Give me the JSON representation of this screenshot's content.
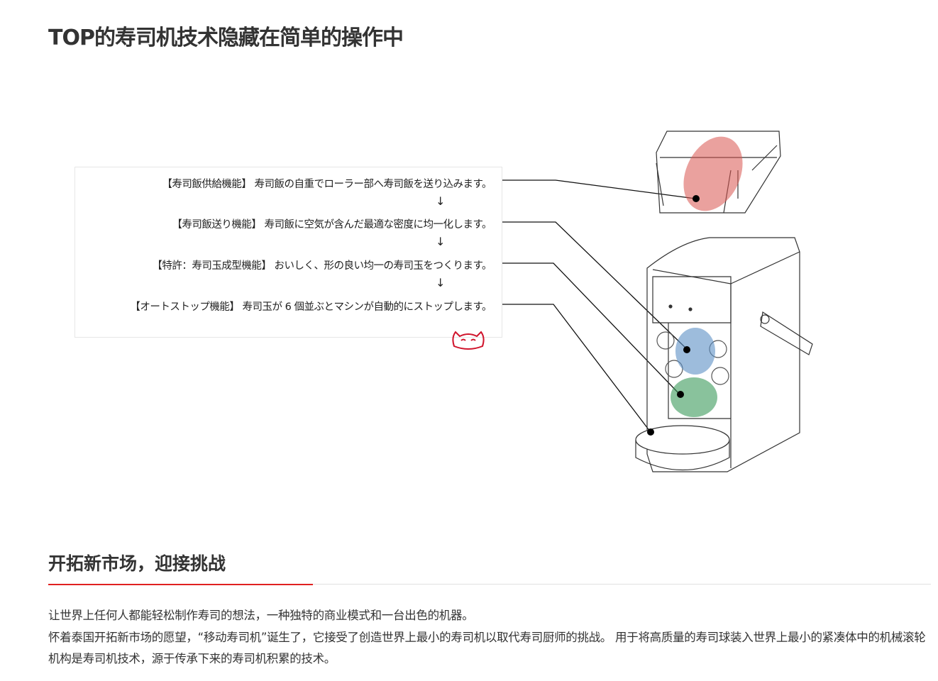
{
  "title": "TOP的寿司机技术隐藏在简单的操作中",
  "features": [
    {
      "label": "【寿司飯供給機能】 寿司飯の自重でローラー部へ寿司飯を送り込みます。"
    },
    {
      "label": "【寿司飯送り機能】 寿司飯に空気が含んだ最適な密度に均一化します。"
    },
    {
      "label": "【特許：寿司玉成型機能】 おいしく、形の良い均一の寿司玉をつくります。"
    },
    {
      "label": "【オートストップ機能】 寿司玉が 6 個並ぶとマシンが自動的にストップします。"
    }
  ],
  "arrow": "↓",
  "section": {
    "heading": "开拓新市场，迎接挑战",
    "paragraphs": [
      "让世界上任何人都能轻松制作寿司的想法，一种独特的商业模式和一台出色的机器。",
      "怀着泰国开拓新市场的愿望，“移动寿司机”诞生了，它接受了创造世界上最小的寿司机以取代寿司厨师的挑战。 用于将高质量的寿司球装入世界上最小的紧凑体中的机械滚轮机构是寿司机技术，源于传承下来的寿司机积累的技术。"
    ]
  },
  "colors": {
    "accent": "#e02020",
    "hopper_mark": "#d9534f",
    "roller_mark": "#5b8fc4",
    "forming_mark": "#3a9a5a"
  }
}
